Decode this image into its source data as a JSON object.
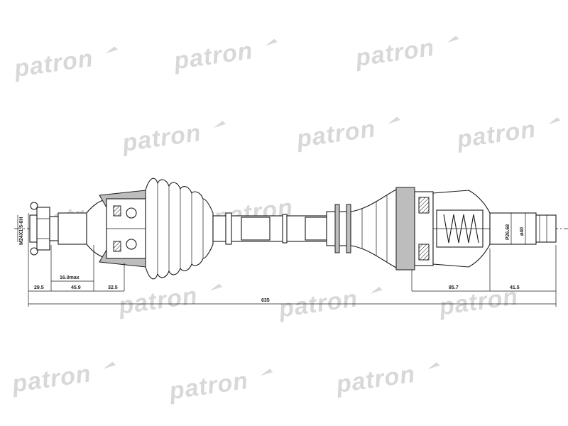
{
  "watermark": {
    "text": "patron",
    "color": "#d8d8d8"
  },
  "dimensions": {
    "thread": "M24X1.5-6H",
    "groove": "16.0max",
    "d1": "29.5",
    "d2": "45.9",
    "d3": "32.5",
    "total": "635",
    "d4": "85.7",
    "d5": "41.5",
    "spline": "P26.68",
    "diam": "ø40"
  },
  "colors": {
    "line": "#1a1a1a",
    "background": "#ffffff"
  }
}
